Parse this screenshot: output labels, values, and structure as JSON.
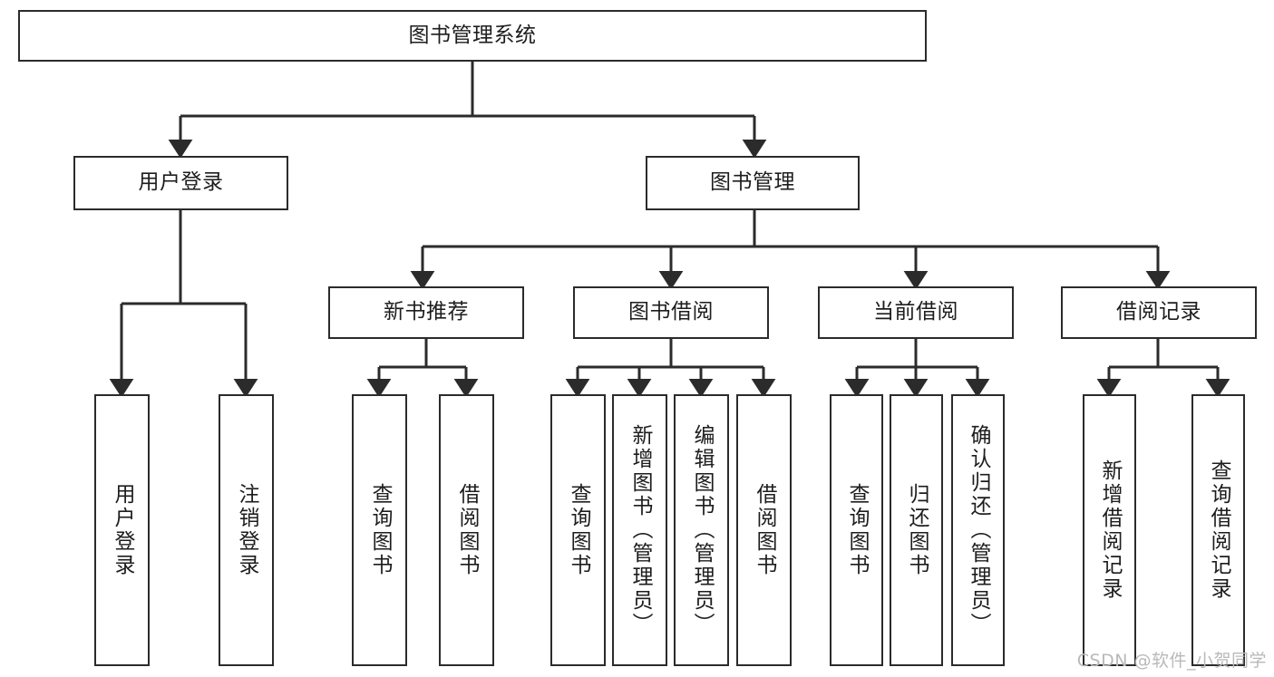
{
  "diagram": {
    "type": "tree-hierarchy-chart",
    "title": "图书管理系统",
    "orientation": "top-down",
    "colors": {
      "background": "#ffffff",
      "box_border": "#2b2b2b",
      "box_fill": "#ffffff",
      "text": "#1d1d1d",
      "connector": "#2b2b2b",
      "watermark": "#b9b9b9"
    },
    "levels": [
      {
        "level": 0,
        "nodes": [
          {
            "id": "root",
            "label": "图书管理系统",
            "orientation": "horizontal"
          }
        ]
      },
      {
        "level": 1,
        "nodes": [
          {
            "id": "login",
            "label": "用户登录",
            "orientation": "horizontal",
            "parent": "root"
          },
          {
            "id": "bookmgmt",
            "label": "图书管理",
            "orientation": "horizontal",
            "parent": "root"
          }
        ]
      },
      {
        "level": 2,
        "nodes": [
          {
            "id": "newbook",
            "label": "新书推荐",
            "orientation": "horizontal",
            "parent": "bookmgmt"
          },
          {
            "id": "borrow",
            "label": "图书借阅",
            "orientation": "horizontal",
            "parent": "bookmgmt"
          },
          {
            "id": "current",
            "label": "当前借阅",
            "orientation": "horizontal",
            "parent": "bookmgmt"
          },
          {
            "id": "records",
            "label": "借阅记录",
            "orientation": "horizontal",
            "parent": "bookmgmt"
          }
        ]
      },
      {
        "level": 3,
        "nodes": [
          {
            "id": "leaf-user-login",
            "label": "用户登录",
            "orientation": "vertical",
            "parent": "login"
          },
          {
            "id": "leaf-user-logout",
            "label": "注销登录",
            "orientation": "vertical",
            "parent": "login"
          },
          {
            "id": "leaf-newbook-query",
            "label": "查询图书",
            "orientation": "vertical",
            "parent": "newbook"
          },
          {
            "id": "leaf-newbook-borrow",
            "label": "借阅图书",
            "orientation": "vertical",
            "parent": "newbook"
          },
          {
            "id": "leaf-borrow-query",
            "label": "查询图书",
            "orientation": "vertical",
            "parent": "borrow"
          },
          {
            "id": "leaf-borrow-add",
            "label": "新增图书（管理员）",
            "orientation": "vertical",
            "parent": "borrow"
          },
          {
            "id": "leaf-borrow-edit",
            "label": "编辑图书（管理员）",
            "orientation": "vertical",
            "parent": "borrow"
          },
          {
            "id": "leaf-borrow-lend",
            "label": "借阅图书",
            "orientation": "vertical",
            "parent": "borrow"
          },
          {
            "id": "leaf-current-query",
            "label": "查询图书",
            "orientation": "vertical",
            "parent": "current"
          },
          {
            "id": "leaf-current-return",
            "label": "归还图书",
            "orientation": "vertical",
            "parent": "current"
          },
          {
            "id": "leaf-current-confirm",
            "label": "确认归还（管理员）",
            "orientation": "vertical",
            "parent": "current"
          },
          {
            "id": "leaf-record-add",
            "label": "新增借阅记录",
            "orientation": "vertical",
            "parent": "records"
          },
          {
            "id": "leaf-record-query",
            "label": "查询借阅记录",
            "orientation": "vertical",
            "parent": "records"
          }
        ]
      }
    ]
  },
  "watermark": {
    "text": "CSDN @软件_小贺同学"
  }
}
